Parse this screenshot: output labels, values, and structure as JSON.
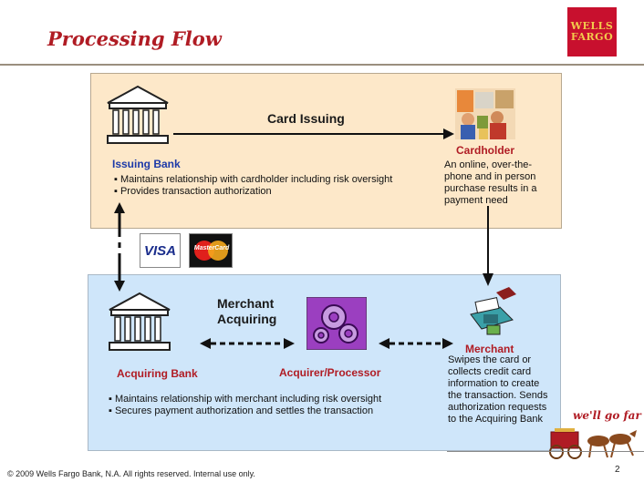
{
  "header": {
    "title": "Processing Flow",
    "logo_line1": "WELLS",
    "logo_line2": "FARGO"
  },
  "card_issuing": {
    "heading": "Card Issuing",
    "issuing_bank_label": "Issuing Bank",
    "bullets": [
      "▪ Maintains relationship with cardholder including risk oversight",
      "▪ Provides transaction authorization"
    ],
    "cardholder_label": "Cardholder",
    "cardholder_desc": "An online, over-the-phone and in person purchase results in a payment need"
  },
  "cards": {
    "visa": "VISA",
    "mastercard": "MasterCard"
  },
  "merchant_acquiring": {
    "heading_line1": "Merchant",
    "heading_line2": "Acquiring",
    "acquiring_bank_label": "Acquiring Bank",
    "processor_label": "Acquirer/Processor",
    "bullets": [
      "▪ Maintains relationship with merchant including risk oversight",
      "▪ Secures payment authorization and settles the transaction"
    ],
    "merchant_label": "Merchant",
    "merchant_desc": "Swipes the card or collects credit card information to create the transaction. Sends authorization requests to the Acquiring Bank"
  },
  "footer": {
    "tagline": "we'll go far",
    "copyright": "© 2009 Wells Fargo Bank, N.A. All rights reserved. Internal use only.",
    "page_number": "2"
  },
  "colors": {
    "brand_red": "#b01c24",
    "top_panel": "#fde8c9",
    "bottom_panel": "#cfe6fa"
  }
}
